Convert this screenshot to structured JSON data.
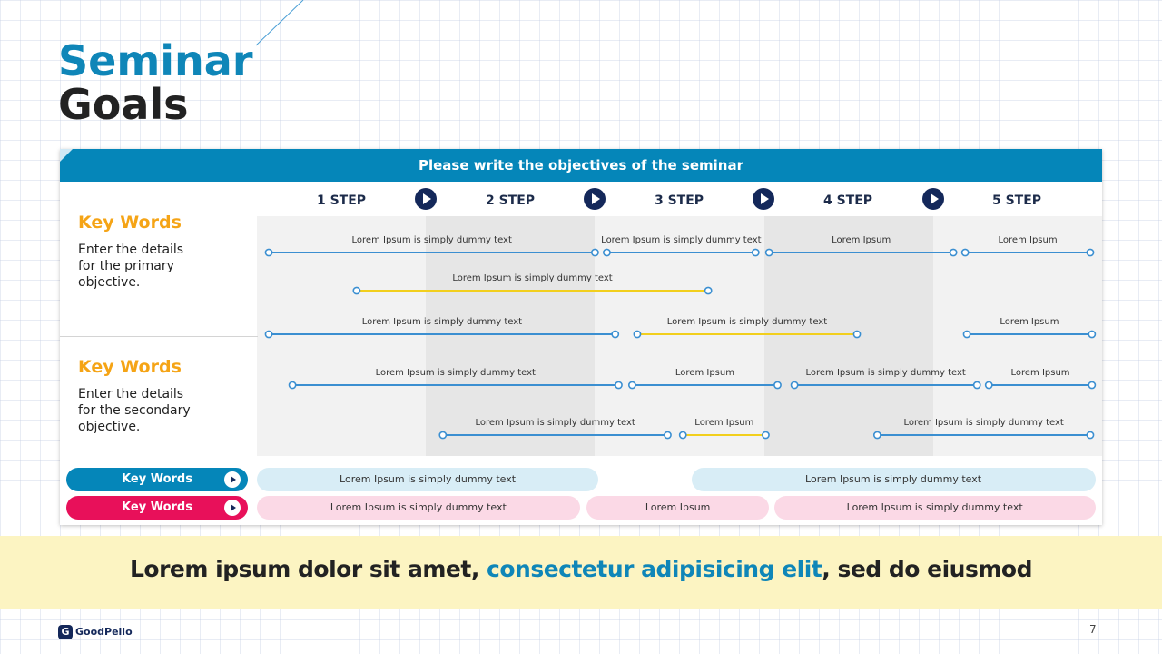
{
  "title": {
    "line1": "Seminar",
    "line2": "Goals"
  },
  "header": "Please write the objectives of the seminar",
  "steps": [
    "1 STEP",
    "2 STEP",
    "3 STEP",
    "4 STEP",
    "5 STEP"
  ],
  "sections": [
    {
      "title": "Key Words",
      "desc_lines": [
        "Enter the details",
        "for the primary",
        "objective."
      ]
    },
    {
      "title": "Key Words",
      "desc_lines": [
        "Enter the details",
        "for the secondary",
        "objective."
      ]
    }
  ],
  "bars": [
    {
      "label": "Lorem Ipsum is simply dummy text",
      "start": 0.07,
      "end": 2.0,
      "row": 0,
      "color": "blue"
    },
    {
      "label": "Lorem Ipsum is simply dummy text",
      "start": 2.07,
      "end": 2.95,
      "row": 0,
      "color": "blue"
    },
    {
      "label": "Lorem Ipsum",
      "start": 3.03,
      "end": 4.12,
      "row": 0,
      "color": "blue"
    },
    {
      "label": "Lorem Ipsum",
      "start": 4.19,
      "end": 4.93,
      "row": 0,
      "color": "blue"
    },
    {
      "label": "Lorem Ipsum is simply dummy text",
      "start": 0.59,
      "end": 2.67,
      "row": 1,
      "color": "yellow"
    },
    {
      "label": "Lorem Ipsum is simply dummy text",
      "start": 0.07,
      "end": 2.12,
      "row": 2,
      "color": "blue"
    },
    {
      "label": "Lorem Ipsum is simply dummy text",
      "start": 2.25,
      "end": 3.55,
      "row": 2,
      "color": "yellow"
    },
    {
      "label": "Lorem Ipsum",
      "start": 4.2,
      "end": 4.94,
      "row": 2,
      "color": "blue"
    },
    {
      "label": "Lorem Ipsum is simply dummy text",
      "start": 0.21,
      "end": 2.14,
      "row": 3,
      "color": "blue"
    },
    {
      "label": "Lorem Ipsum",
      "start": 2.22,
      "end": 3.08,
      "row": 3,
      "color": "blue"
    },
    {
      "label": "Lorem Ipsum is simply dummy text",
      "start": 3.18,
      "end": 4.26,
      "row": 3,
      "color": "blue"
    },
    {
      "label": "Lorem Ipsum",
      "start": 4.33,
      "end": 4.94,
      "row": 3,
      "color": "blue"
    },
    {
      "label": "Lorem Ipsum is simply dummy text",
      "start": 1.1,
      "end": 2.43,
      "row": 4,
      "color": "blue"
    },
    {
      "label": "Lorem Ipsum",
      "start": 2.52,
      "end": 3.01,
      "row": 4,
      "color": "yellow"
    },
    {
      "label": "Lorem Ipsum is simply dummy text",
      "start": 3.67,
      "end": 4.93,
      "row": 4,
      "color": "blue"
    }
  ],
  "key_rows": [
    {
      "label": "Key Words",
      "color": "#0586b9",
      "pill_color": "#d8edf6",
      "pills": [
        {
          "label": "Lorem Ipsum is simply dummy text",
          "start": 0.0,
          "end": 2.02
        },
        {
          "label": "Lorem Ipsum is simply dummy text",
          "start": 2.57,
          "end": 4.96
        }
      ]
    },
    {
      "label": "Key Words",
      "color": "#e8105a",
      "pill_color": "#fbd9e6",
      "pills": [
        {
          "label": "Lorem Ipsum is simply dummy text",
          "start": 0.0,
          "end": 1.91
        },
        {
          "label": "Lorem Ipsum",
          "start": 1.95,
          "end": 3.03
        },
        {
          "label": "Lorem Ipsum is simply dummy text",
          "start": 3.06,
          "end": 4.96
        }
      ]
    }
  ],
  "footer": {
    "text_before": "Lorem ipsum dolor sit amet, ",
    "highlight": "consectetur adipisicing elit",
    "text_after": ", sed do eiusmod"
  },
  "logo": "GoodPello",
  "logo_mark": "G",
  "page_number": "7",
  "colors": {
    "accent_blue": "#0586b9",
    "title_blue": "#0f86b8",
    "accent_pink": "#e8105a",
    "keyword_orange": "#f5a416",
    "line_blue": "#3b8fd1",
    "line_yellow": "#f2cf1d",
    "navy": "#14285a"
  }
}
